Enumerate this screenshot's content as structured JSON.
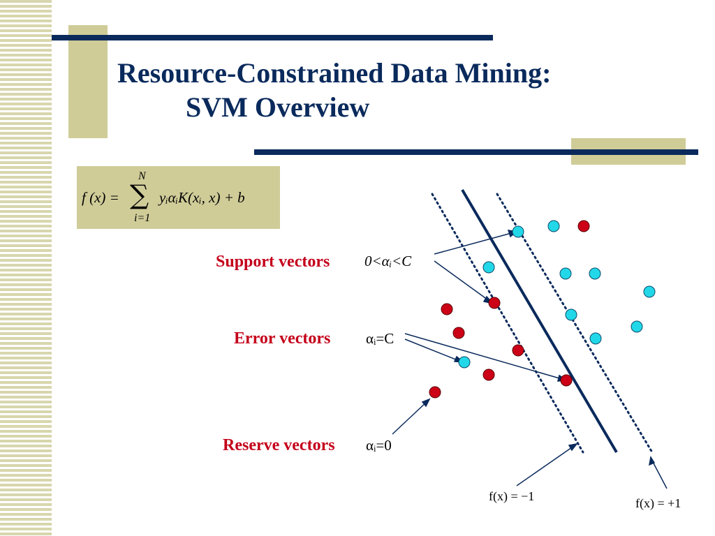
{
  "title": {
    "line1": "Resource-Constrained Data Mining:",
    "line2": "SVM Overview"
  },
  "formula": {
    "lhs": "f (x) = ",
    "sum_upper": "N",
    "sum_lower": "i=1",
    "rhs": "yᵢαᵢK(xᵢ, x) + b"
  },
  "labels": {
    "support_vectors": "Support vectors",
    "error_vectors": "Error vectors",
    "reserve_vectors": "Reserve vectors"
  },
  "alpha_conditions": {
    "support": "0<αᵢ<C",
    "error": "αᵢ=C",
    "reserve": "αᵢ=0"
  },
  "margin_labels": {
    "minus": "f(x) = −1",
    "plus": "f(x) = +1"
  },
  "colors": {
    "positive_point": "#22d8e8",
    "negative_point": "#cc0016",
    "line": "#0a2a5c",
    "accent_block": "#d0cc98"
  }
}
